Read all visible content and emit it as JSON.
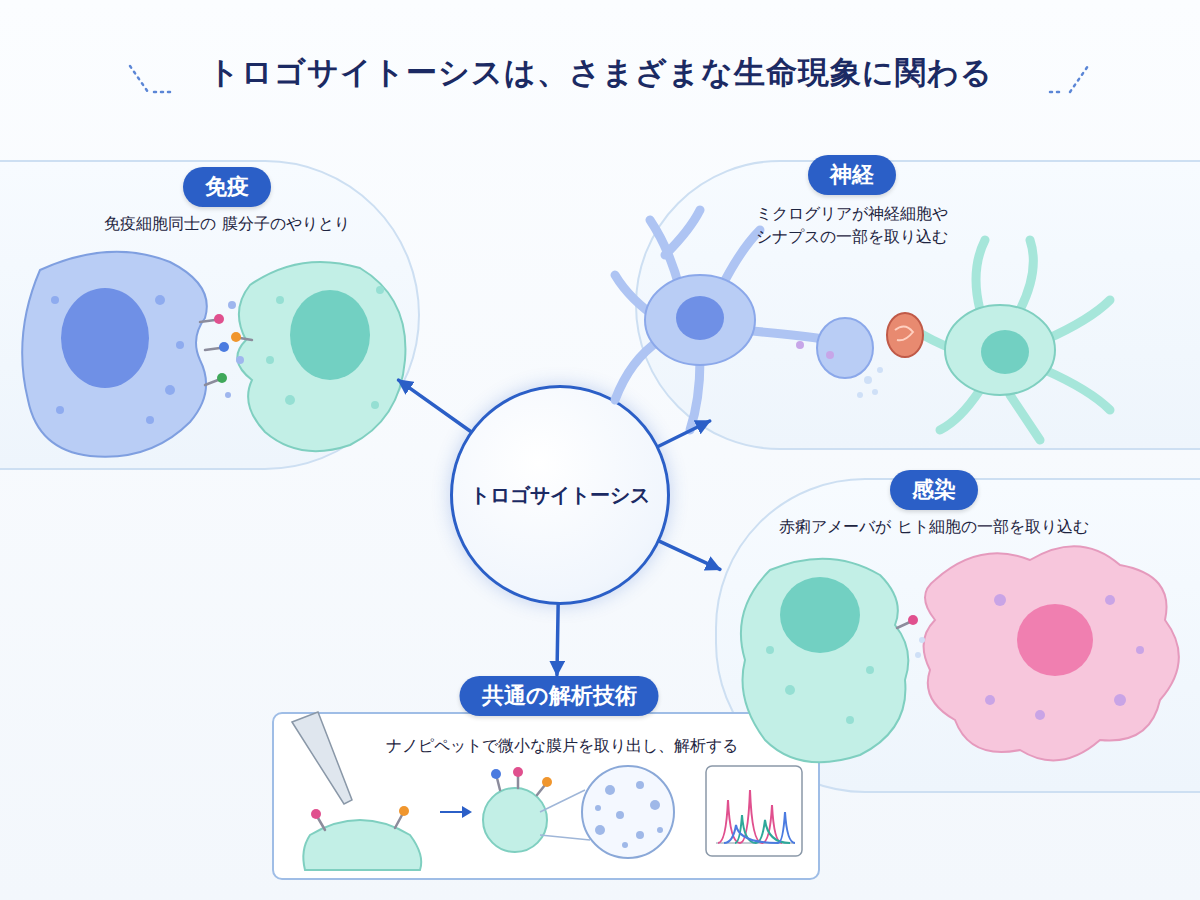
{
  "diagram": {
    "title": "トロゴサイトーシスは、さまざまな生命現象に関わる",
    "nodes": [
      {
        "text": [
          "免疫",
          "免疫細胞同士の 膜分子のやりとり"
        ]
      },
      {
        "text": [
          "神経",
          "ミクログリアが神経細胞や シナプスの一部を取り込む"
        ]
      },
      {
        "text": [
          "トロゴサイトーシス"
        ]
      },
      {
        "text": [
          "感染",
          "赤痢アメーバが ヒト細胞の一部を取り込む"
        ]
      },
      {
        "text": [
          "共通の解析技術",
          "ナノピペットで微小な膜片を取り出し、解析する"
        ]
      }
    ],
    "edges": [
      {
        "from": 2,
        "to": 0,
        "arrow": "to"
      },
      {
        "from": 2,
        "to": 1,
        "arrow": "to"
      },
      {
        "from": 2,
        "to": 3,
        "arrow": "to"
      },
      {
        "from": 2,
        "to": 4,
        "arrow": "to"
      }
    ]
  }
}
